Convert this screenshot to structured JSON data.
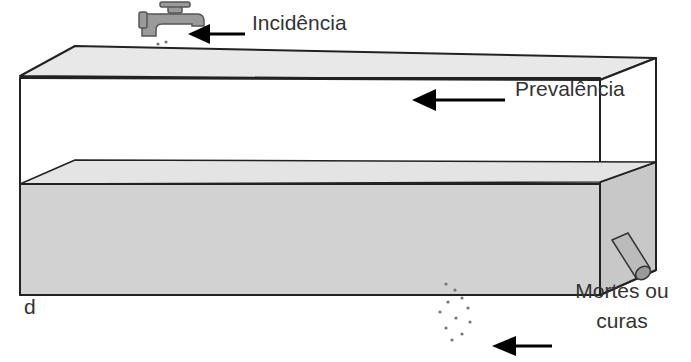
{
  "diagram": {
    "labels": [
      "Incidência",
      "Prevalência",
      "Mortes ou curas",
      "d"
    ]
  }
}
